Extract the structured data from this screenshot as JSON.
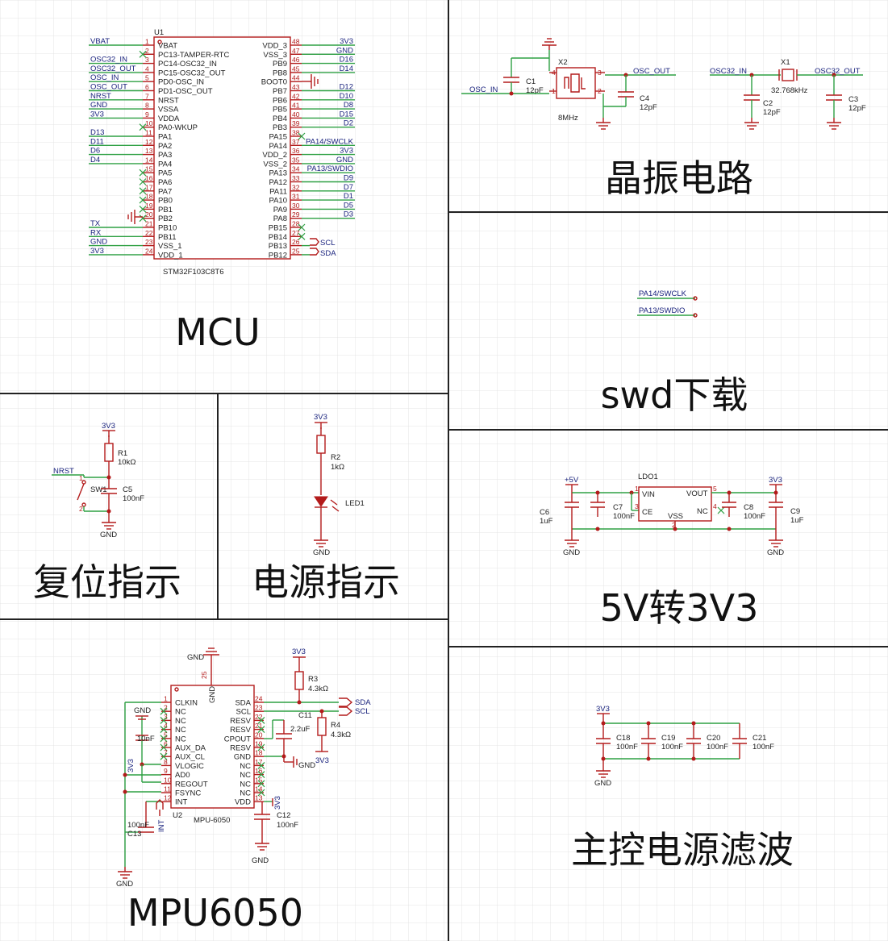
{
  "sections": {
    "mcu": "MCU",
    "crystal": "晶振电路",
    "swd": "swd下载",
    "reset": "复位指示",
    "power": "电源指示",
    "ldo": "5V转3V3",
    "mpu": "MPU6050",
    "filter": "主控电源滤波"
  },
  "mcu": {
    "ref": "U1",
    "part": "STM32F103C8T6",
    "left_pins": [
      {
        "num": "1",
        "name": "VBAT",
        "net": "VBAT"
      },
      {
        "num": "2",
        "name": "PC13-TAMPER-RTC",
        "net": ""
      },
      {
        "num": "3",
        "name": "PC14-OSC32_IN",
        "net": "OSC32_IN"
      },
      {
        "num": "4",
        "name": "PC15-OSC32_OUT",
        "net": "OSC32_OUT"
      },
      {
        "num": "5",
        "name": "PD0-OSC_IN",
        "net": "OSC_IN"
      },
      {
        "num": "6",
        "name": "PD1-OSC_OUT",
        "net": "OSC_OUT"
      },
      {
        "num": "7",
        "name": "NRST",
        "net": "NRST"
      },
      {
        "num": "8",
        "name": "VSSA",
        "net": "GND"
      },
      {
        "num": "9",
        "name": "VDDA",
        "net": "3V3"
      },
      {
        "num": "10",
        "name": "PA0-WKUP",
        "net": ""
      },
      {
        "num": "11",
        "name": "PA1",
        "net": "D13"
      },
      {
        "num": "12",
        "name": "PA2",
        "net": "D11"
      },
      {
        "num": "13",
        "name": "PA3",
        "net": "D6"
      },
      {
        "num": "14",
        "name": "PA4",
        "net": "D4"
      },
      {
        "num": "15",
        "name": "PA5",
        "net": ""
      },
      {
        "num": "16",
        "name": "PA6",
        "net": ""
      },
      {
        "num": "17",
        "name": "PA7",
        "net": ""
      },
      {
        "num": "18",
        "name": "PB0",
        "net": ""
      },
      {
        "num": "19",
        "name": "PB1",
        "net": ""
      },
      {
        "num": "20",
        "name": "PB2",
        "net": ""
      },
      {
        "num": "21",
        "name": "PB10",
        "net": "TX"
      },
      {
        "num": "22",
        "name": "PB11",
        "net": "RX"
      },
      {
        "num": "23",
        "name": "VSS_1",
        "net": "GND"
      },
      {
        "num": "24",
        "name": "VDD_1",
        "net": "3V3"
      }
    ],
    "right_pins": [
      {
        "num": "48",
        "name": "VDD_3",
        "net": "3V3"
      },
      {
        "num": "47",
        "name": "VSS_3",
        "net": "GND"
      },
      {
        "num": "46",
        "name": "PB9",
        "net": "D16"
      },
      {
        "num": "45",
        "name": "PB8",
        "net": "D14"
      },
      {
        "num": "44",
        "name": "BOOT0",
        "net": ""
      },
      {
        "num": "43",
        "name": "PB7",
        "net": "D12"
      },
      {
        "num": "42",
        "name": "PB6",
        "net": "D10"
      },
      {
        "num": "41",
        "name": "PB5",
        "net": "D8"
      },
      {
        "num": "40",
        "name": "PB4",
        "net": "D15"
      },
      {
        "num": "39",
        "name": "PB3",
        "net": "D2"
      },
      {
        "num": "38",
        "name": "PA15",
        "net": ""
      },
      {
        "num": "37",
        "name": "PA14",
        "net": "PA14/SWCLK"
      },
      {
        "num": "36",
        "name": "VDD_2",
        "net": "3V3"
      },
      {
        "num": "35",
        "name": "VSS_2",
        "net": "GND"
      },
      {
        "num": "34",
        "name": "PA13",
        "net": "PA13/SWDIO"
      },
      {
        "num": "33",
        "name": "PA12",
        "net": "D9"
      },
      {
        "num": "32",
        "name": "PA11",
        "net": "D7"
      },
      {
        "num": "31",
        "name": "PA10",
        "net": "D1"
      },
      {
        "num": "30",
        "name": "PA9",
        "net": "D5"
      },
      {
        "num": "29",
        "name": "PA8",
        "net": "D3"
      },
      {
        "num": "28",
        "name": "PB15",
        "net": ""
      },
      {
        "num": "27",
        "name": "PB14",
        "net": ""
      },
      {
        "num": "26",
        "name": "PB13",
        "net": "SCL"
      },
      {
        "num": "25",
        "name": "PB12",
        "net": "SDA"
      }
    ]
  },
  "crystal": {
    "x2_ref": "X2",
    "x2_value": "8MHz",
    "x1_ref": "X1",
    "x1_value": "32.768kHz",
    "c1": "C1",
    "c1_value": "12pF",
    "c4": "C4",
    "c4_value": "12pF",
    "c2": "C2",
    "c2_value": "12pF",
    "c3": "C3",
    "c3_value": "12pF",
    "osc_in": "OSC_IN",
    "osc_out": "OSC_OUT",
    "osc32_in": "OSC32_IN",
    "osc32_out": "OSC32_OUT",
    "x2_pins": [
      "4",
      "1",
      "3",
      "2"
    ]
  },
  "swd": {
    "net1": "PA14/SWCLK",
    "net2": "PA13/SWDIO"
  },
  "reset": {
    "vcc": "3V3",
    "r_ref": "R1",
    "r_value": "10kΩ",
    "net": "NRST",
    "sw_ref": "SW1",
    "c_ref": "C5",
    "c_value": "100nF",
    "gnd": "GND",
    "pin1": "1",
    "pin2": "2"
  },
  "power_led": {
    "vcc": "3V3",
    "r_ref": "R2",
    "r_value": "1kΩ",
    "led_ref": "LED1",
    "gnd": "GND"
  },
  "ldo": {
    "ref": "LDO1",
    "vin": "+5V",
    "vout": "3V3",
    "pin_vin": "VIN",
    "pin_ce": "CE",
    "pin_vss": "VSS",
    "pin_vout": "VOUT",
    "pin_nc": "NC",
    "n1": "1",
    "n3": "3",
    "n2": "2",
    "n5": "5",
    "n4": "4",
    "c6": "C6",
    "c6_value": "1uF",
    "c7": "C7",
    "c7_value": "100nF",
    "c8": "C8",
    "c8_value": "100nF",
    "c9": "C9",
    "c9_value": "1uF",
    "gnd": "GND"
  },
  "mpu": {
    "ref": "U2",
    "part": "MPU-6050",
    "left_pins": [
      {
        "num": "1",
        "name": "CLKIN"
      },
      {
        "num": "2",
        "name": "NC"
      },
      {
        "num": "3",
        "name": "NC"
      },
      {
        "num": "4",
        "name": "NC"
      },
      {
        "num": "5",
        "name": "NC"
      },
      {
        "num": "6",
        "name": "AUX_DA"
      },
      {
        "num": "7",
        "name": "AUX_CL"
      },
      {
        "num": "8",
        "name": "VLOGIC"
      },
      {
        "num": "9",
        "name": "AD0"
      },
      {
        "num": "10",
        "name": "REGOUT"
      },
      {
        "num": "11",
        "name": "FSYNC"
      },
      {
        "num": "12",
        "name": "INT"
      }
    ],
    "right_pins": [
      {
        "num": "24",
        "name": "SDA"
      },
      {
        "num": "23",
        "name": "SCL"
      },
      {
        "num": "22",
        "name": "RESV"
      },
      {
        "num": "21",
        "name": "RESV"
      },
      {
        "num": "20",
        "name": "CPOUT"
      },
      {
        "num": "19",
        "name": "RESV"
      },
      {
        "num": "18",
        "name": "GND"
      },
      {
        "num": "17",
        "name": "NC"
      },
      {
        "num": "16",
        "name": "NC"
      },
      {
        "num": "15",
        "name": "NC"
      },
      {
        "num": "14",
        "name": "NC"
      },
      {
        "num": "13",
        "name": "VDD"
      }
    ],
    "top_pin": {
      "num": "25",
      "name": "GND"
    },
    "gnd": "GND",
    "vcc": "3V3",
    "r3": "R3",
    "r3_value": "4.3kΩ",
    "r4": "R4",
    "r4_value": "4.3kΩ",
    "c11": "C11",
    "c11_value": "2.2uF",
    "c12": "C12",
    "c12_value": "100nF",
    "c13": "C13",
    "c13_value": "100nF",
    "c_clk_value": "10nF",
    "sda": "SDA",
    "scl": "SCL",
    "int": "INT"
  },
  "filter": {
    "vcc": "3V3",
    "gnd": "GND",
    "caps": [
      {
        "ref": "C18",
        "value": "100nF"
      },
      {
        "ref": "C19",
        "value": "100nF"
      },
      {
        "ref": "C20",
        "value": "100nF"
      },
      {
        "ref": "C21",
        "value": "100nF"
      }
    ]
  }
}
